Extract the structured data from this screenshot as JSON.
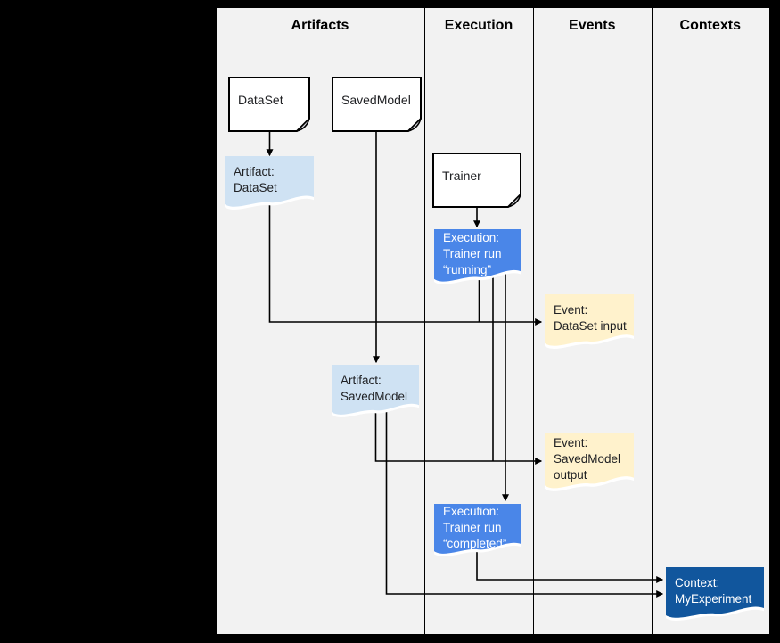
{
  "colors": {
    "canvas_bg": "#f2f2f2",
    "line": "#000000",
    "doc_fill": "#ffffff",
    "doc_fold": "#d8dade",
    "artifact_fill": "#cfe2f3",
    "execution_fill": "#4a86e8",
    "event_fill": "#fff2cc",
    "context_fill": "#11569d",
    "text_dark": "#202124",
    "text_light": "#ffffff",
    "header_text": "#000000"
  },
  "columns": [
    {
      "label": "Artifacts"
    },
    {
      "label": "Execution"
    },
    {
      "label": "Events"
    },
    {
      "label": "Contexts"
    }
  ],
  "nodes": {
    "dataset": {
      "label": "DataSet"
    },
    "savedmodel": {
      "label": "SavedModel"
    },
    "trainer": {
      "label": "Trainer"
    },
    "artifact_dataset": {
      "line1": "Artifact:",
      "line2": "DataSet"
    },
    "execution_running": {
      "line1": "Execution:",
      "line2": "Trainer run",
      "line3": "“running”"
    },
    "event_dataset_input": {
      "line1": "Event:",
      "line2": "DataSet input"
    },
    "artifact_savedmodel": {
      "line1": "Artifact:",
      "line2": "SavedModel"
    },
    "event_savedmodel_output": {
      "line1": "Event:",
      "line2": "SavedModel",
      "line3": "output"
    },
    "execution_completed": {
      "line1": "Execution:",
      "line2": "Trainer run",
      "line3": "“completed”"
    },
    "context_myexperiment": {
      "line1": "Context:",
      "line2": "MyExperiment"
    }
  },
  "edges": [
    {
      "from": "dataset",
      "to": "artifact_dataset"
    },
    {
      "from": "trainer",
      "to": "execution_running"
    },
    {
      "from": "savedmodel",
      "to": "artifact_savedmodel"
    },
    {
      "from": "artifact_dataset",
      "to": "event_dataset_input"
    },
    {
      "from": "execution_running",
      "to": "event_dataset_input"
    },
    {
      "from": "artifact_savedmodel",
      "to": "event_savedmodel_output"
    },
    {
      "from": "execution_running",
      "to": "event_savedmodel_output"
    },
    {
      "from": "execution_running",
      "to": "execution_completed"
    },
    {
      "from": "execution_completed",
      "to": "context_myexperiment"
    },
    {
      "from": "artifact_savedmodel",
      "to": "context_myexperiment"
    }
  ]
}
